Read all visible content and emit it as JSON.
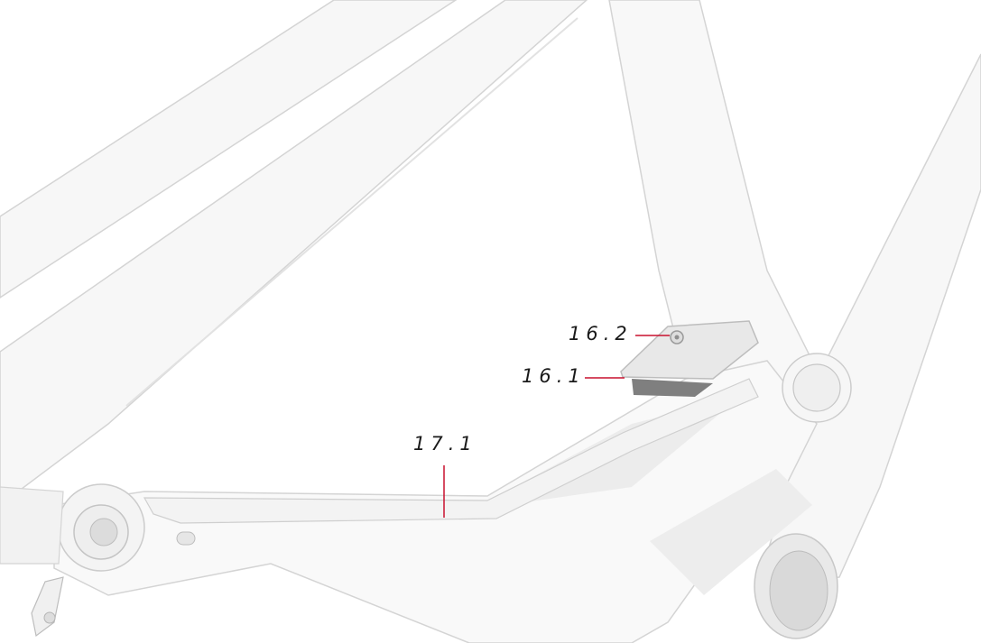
{
  "callouts": {
    "c16_2": "16.2",
    "c16_1": "16.1",
    "c17_1": "17.1"
  },
  "colors": {
    "background": "#ffffff",
    "frame_fill": "#f7f7f7",
    "frame_outline": "#d4d4d4",
    "frame_shadow": "#e6e6e6",
    "part_fill": "#ededed",
    "part_dark": "#7f7f7f",
    "leader_line": "#c8102e",
    "label_text": "#1a1a1a"
  },
  "icons": {
    "frame": "bike-frame-rear-triangle-illustration",
    "bolt": "bolt-icon",
    "guard": "chainstay-guard-icon"
  }
}
